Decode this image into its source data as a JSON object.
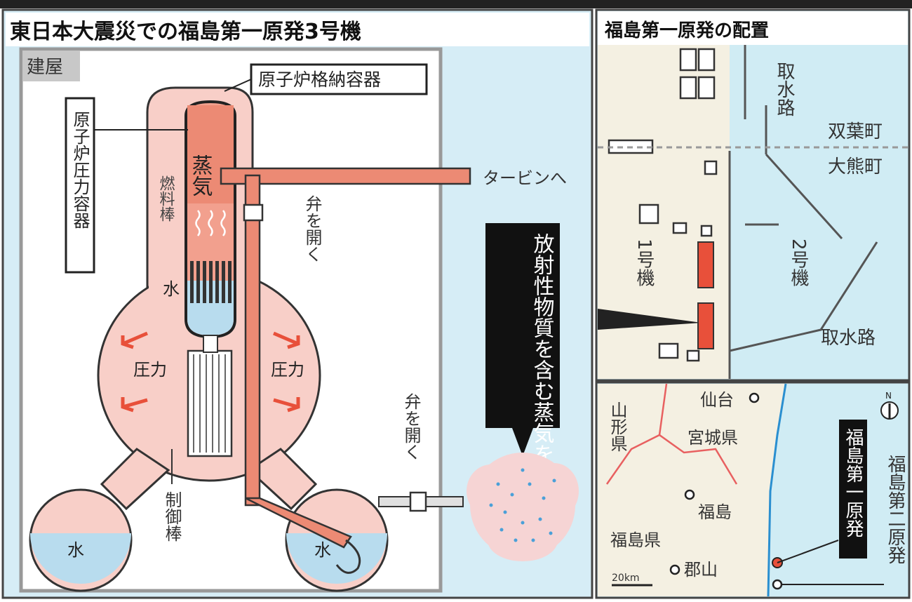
{
  "left_panel": {
    "title": "東日本大震災での福島第一原発3号機",
    "building": "建屋",
    "containment": "原子炉格納容器",
    "pressure_vessel": "原子炉圧力容器",
    "steam": "蒸気",
    "fuel_rod": "燃料棒",
    "water_core": "水",
    "pressure_left": "圧力",
    "pressure_right": "圧力",
    "control_rod": "制御棒",
    "water_left_tank": "水",
    "water_right_tank": "水",
    "to_turbine": "タービンへ",
    "valve_open_1": "弁を開く",
    "valve_open_2": "弁を開く",
    "release_note": "放射性物質を含む蒸気を外気へ"
  },
  "right_top_panel": {
    "title": "福島第一原発の配置",
    "intake_top": "取水路",
    "futaba": "双葉町",
    "okuma": "大熊町",
    "unit1": "1号機",
    "unit2": "2号機",
    "intake_bottom": "取水路"
  },
  "right_bottom_panel": {
    "sendai": "仙台",
    "yamagata": "山形県",
    "miyagi": "宮城県",
    "fukushima_city": "福島",
    "fukushima_pref": "福島県",
    "koriyama": "郡山",
    "daiichi": "福島第一原発",
    "daini": "福島第二原発",
    "scale": "20km",
    "north": "N"
  },
  "colors": {
    "red": "#e8503a",
    "pink": "#f8c8c0",
    "water": "#b8dcee",
    "sea": "#d0ecf4",
    "land": "#f4f0e2",
    "outline": "#333333"
  }
}
